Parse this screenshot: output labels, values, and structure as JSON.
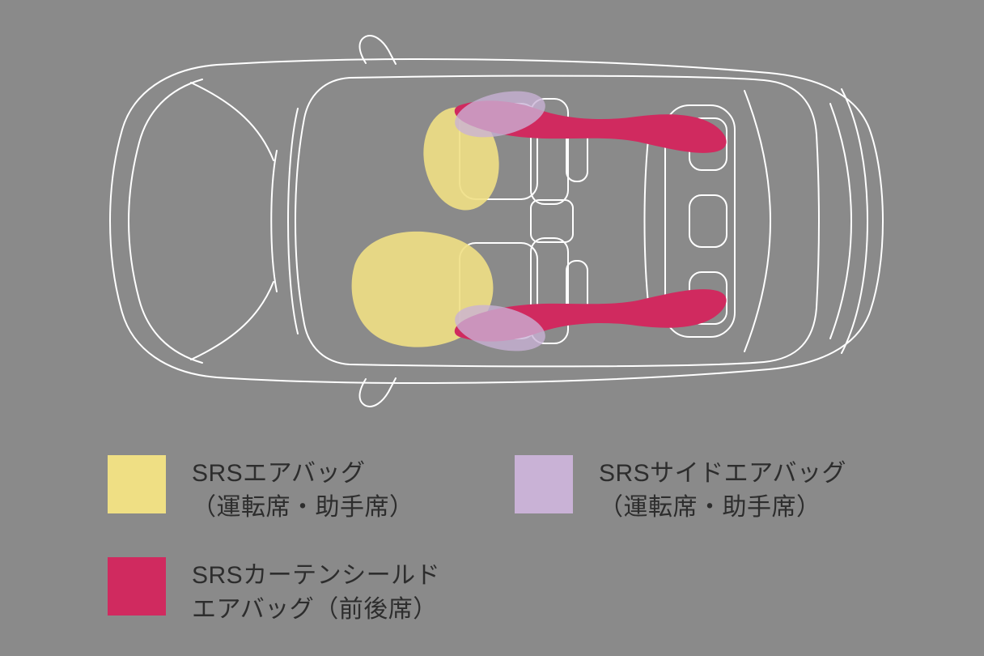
{
  "page": {
    "background_color": "#8a8a8a"
  },
  "colors": {
    "car_outline": "#ffffff",
    "front_airbag": "#efdf84",
    "side_airbag": "#c9b2d6",
    "curtain_airbag": "#d02a5f",
    "legend_text": "#2d2d2d"
  },
  "legend": {
    "items": [
      {
        "color": "#efdf84",
        "line1": "SRSエアバッグ",
        "line2": "（運転席・助手席）"
      },
      {
        "color": "#c9b2d6",
        "line1": "SRSサイドエアバッグ",
        "line2": "（運転席・助手席）"
      },
      {
        "color": "#d02a5f",
        "line1": "SRSカーテンシールド",
        "line2": "エアバッグ（前後席）"
      }
    ]
  }
}
